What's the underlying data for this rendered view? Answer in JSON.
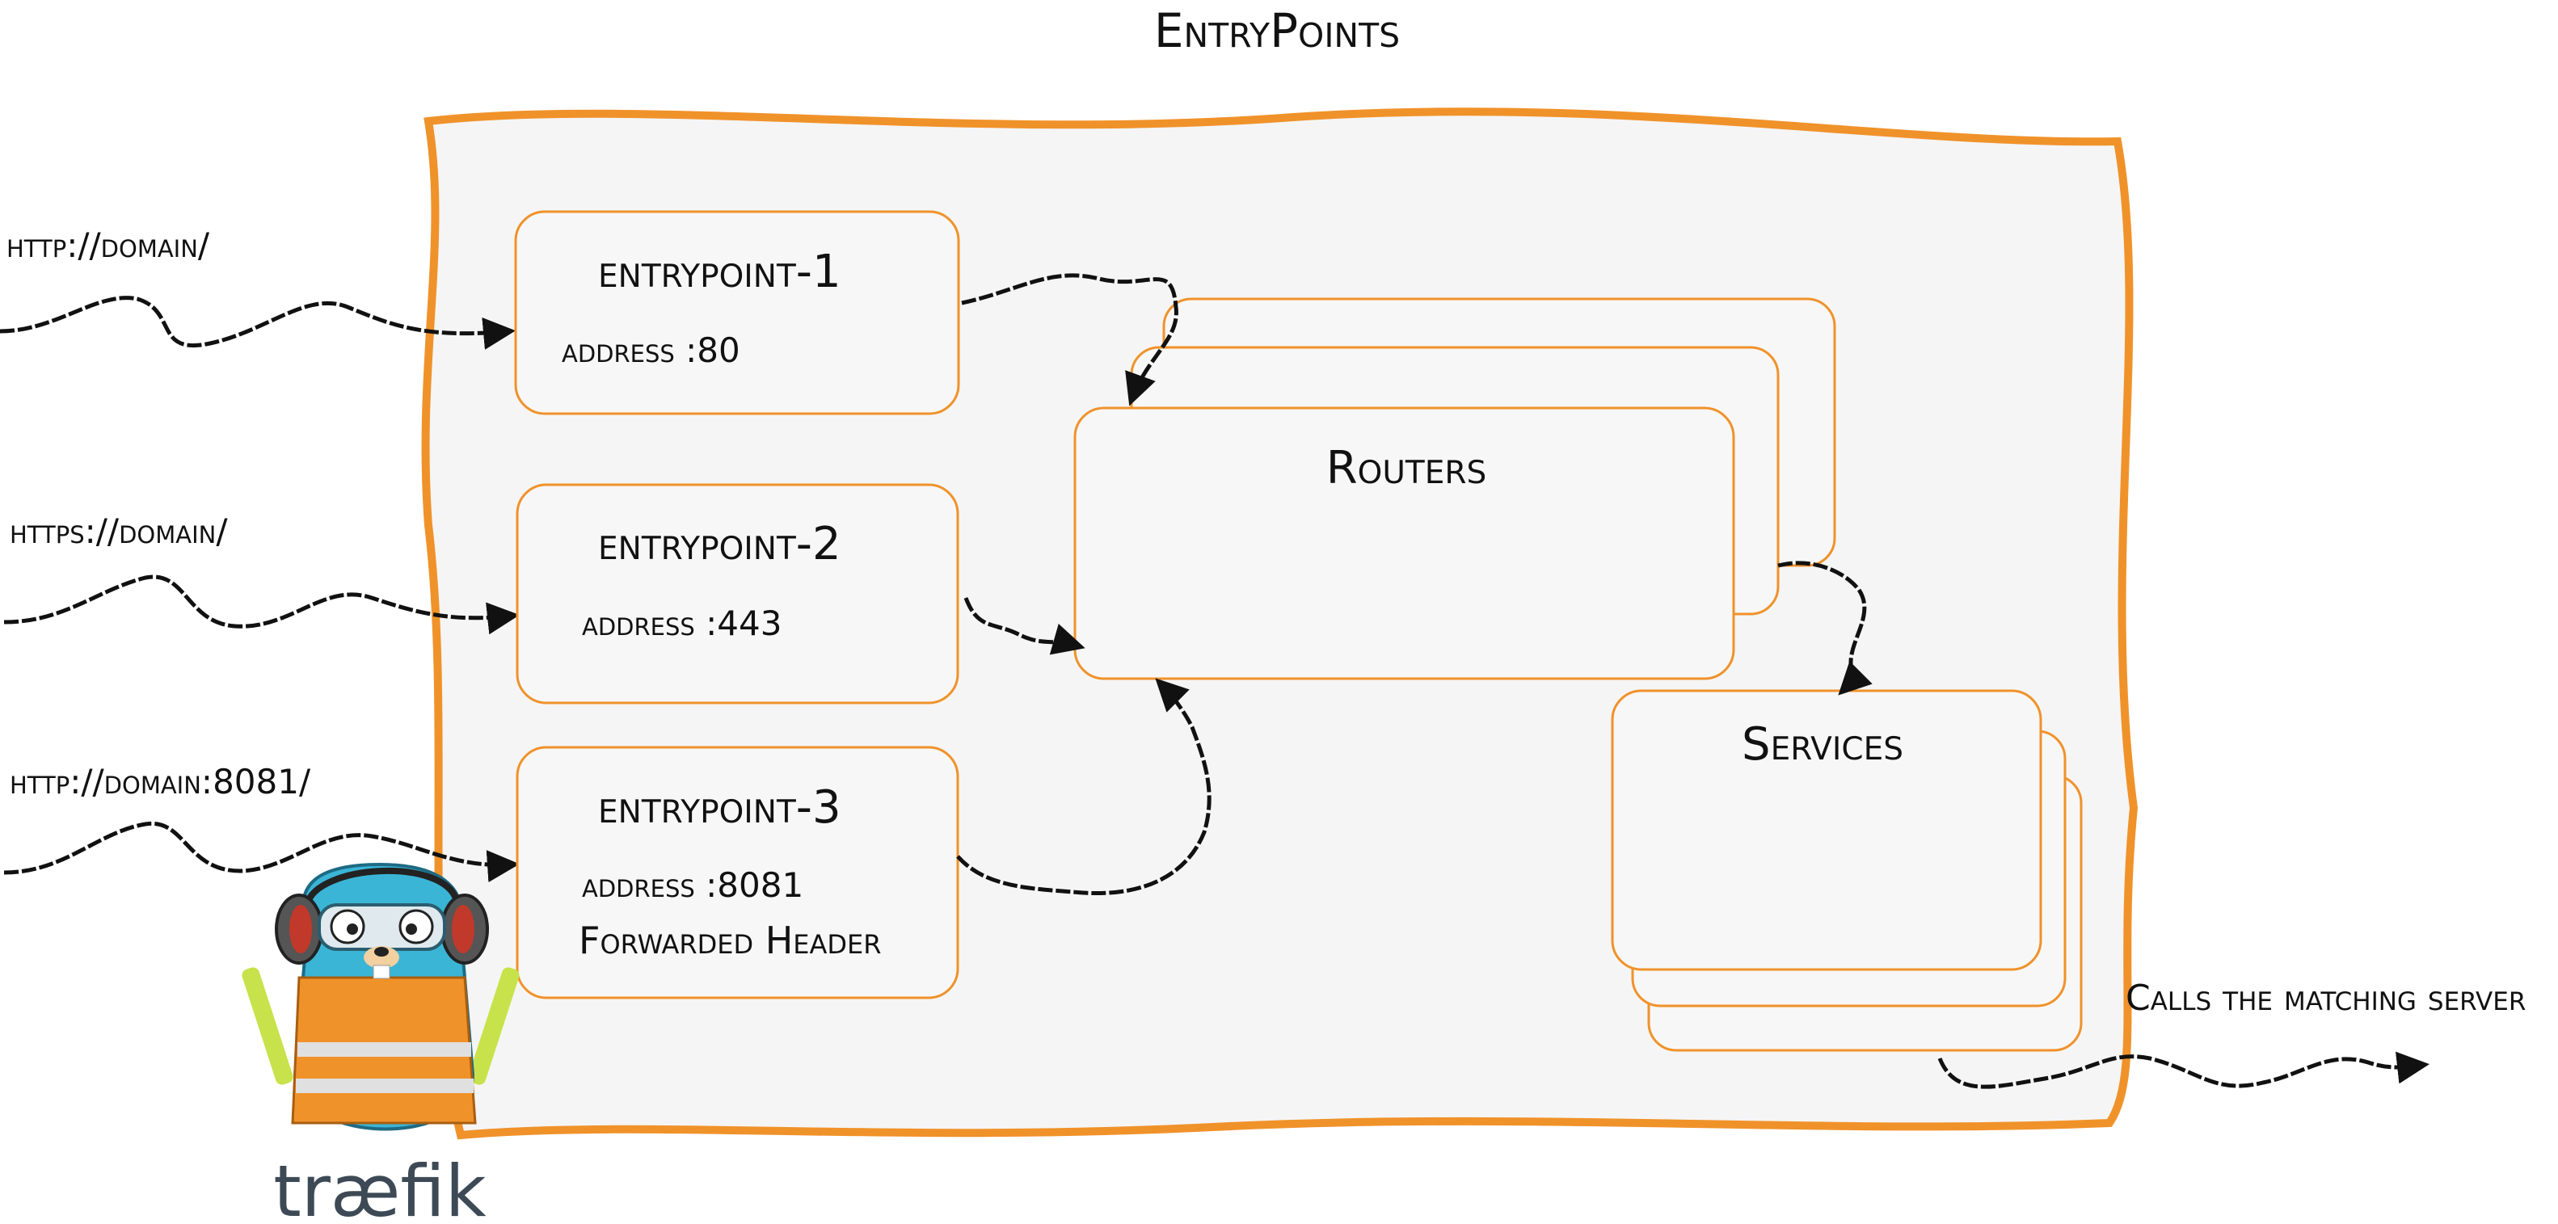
{
  "diagram": {
    "title": "EntryPoints",
    "inputs": [
      "http://domain/",
      "https://domain/",
      "http://domain:8081/"
    ],
    "entrypoints": [
      {
        "name": "entrypoint-1",
        "lines": [
          "address :80"
        ]
      },
      {
        "name": "entrypoint-2",
        "lines": [
          "address :443"
        ]
      },
      {
        "name": "entrypoint-3",
        "lines": [
          "address :8081",
          "Forwarded Header"
        ]
      }
    ],
    "routers_label": "Routers",
    "services_label": "Services",
    "output_label": "Calls the matching server",
    "logo_text": "træfik"
  },
  "colors": {
    "accent": "#f0922a",
    "panel": "#f5f5f5",
    "ink": "#111111",
    "gopher_blue": "#3ab5d6",
    "vest_orange": "#f0922a"
  }
}
